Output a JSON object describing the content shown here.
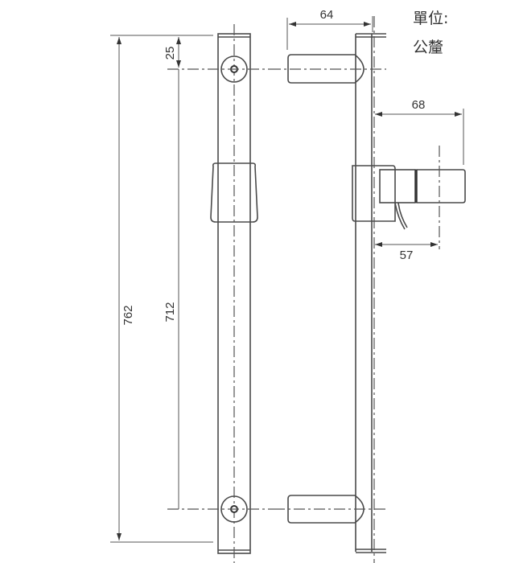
{
  "units": {
    "label": "單位:",
    "value": "公釐"
  },
  "dimensions": {
    "overall_length": "762",
    "mount_center_distance": "712",
    "top_offset": "25",
    "standoff_depth": "64",
    "lock_width": "68",
    "lock_center": "57"
  },
  "colors": {
    "line": "#4a4a4a",
    "background": "#ffffff",
    "text": "#333333"
  }
}
